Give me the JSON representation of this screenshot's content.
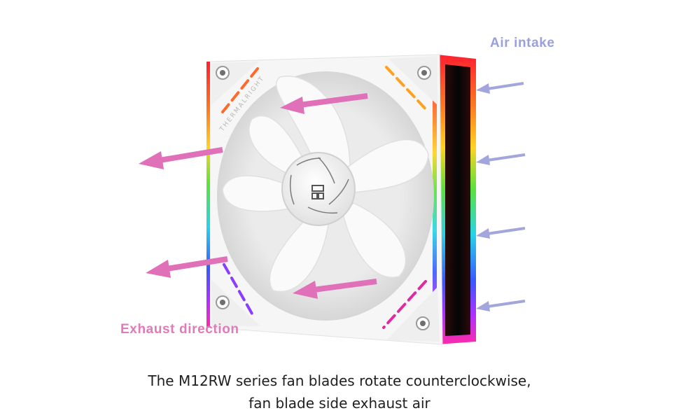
{
  "labels": {
    "air_intake": "Air intake",
    "exhaust_direction": "Exhaust direction"
  },
  "product": {
    "brand_text": "THERMALRIGHT"
  },
  "caption": {
    "line1": "The M12RW series fan blades rotate counterclockwise,",
    "line2": "fan blade side exhaust air"
  },
  "colors": {
    "intake_arrow": "#a3a6dd",
    "exhaust_arrow": "#e070b8",
    "fan_body": "#f4f4f4",
    "caption_text": "#1f1f1f"
  },
  "icons": [
    "intake-arrow-icon",
    "exhaust-arrow-icon",
    "thermalright-logo-icon"
  ]
}
